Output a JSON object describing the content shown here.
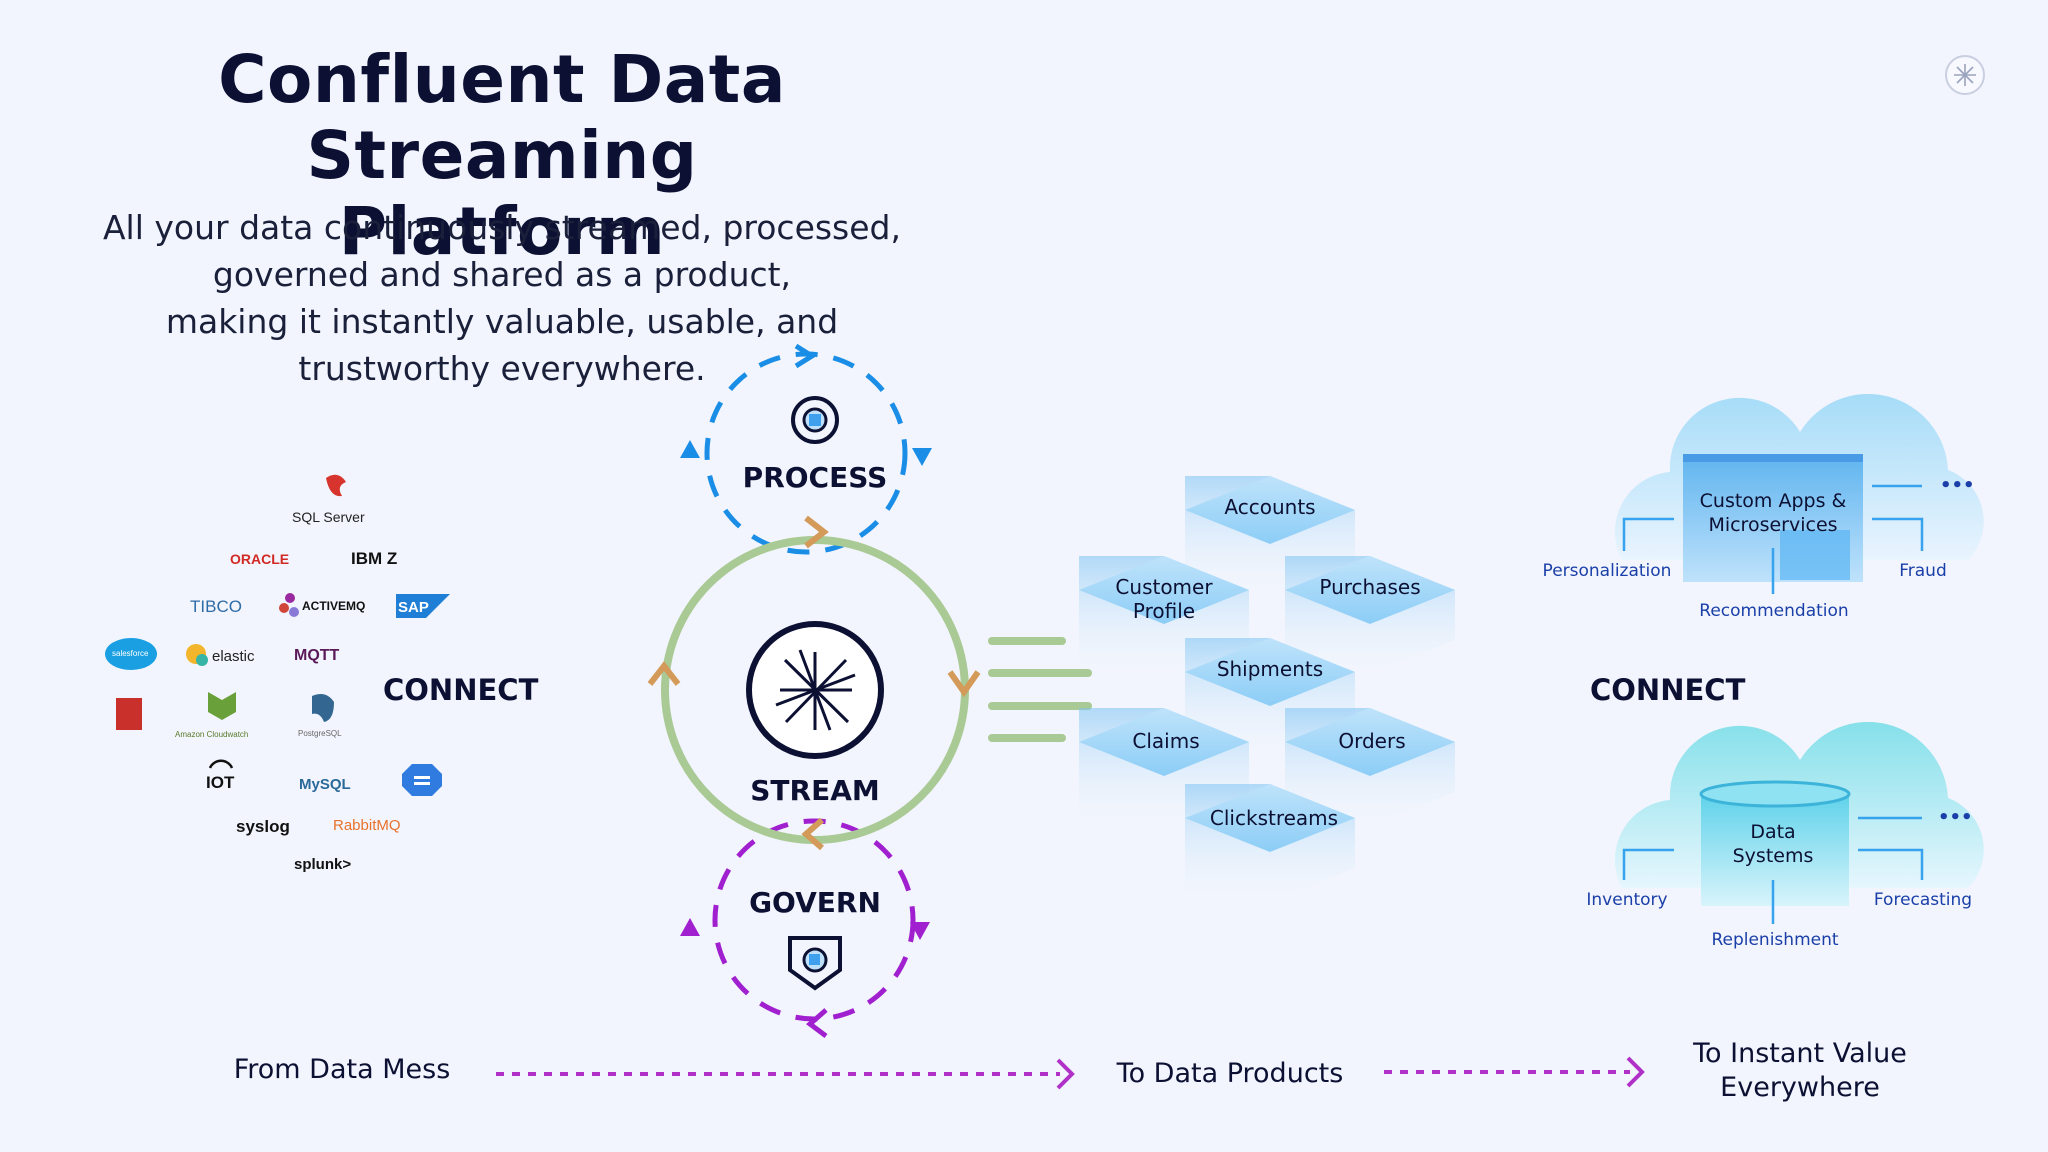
{
  "title_line1": "Confluent Data Streaming",
  "title_line2": "Platform",
  "subtitle_lines": [
    "All your data continuously streamed, processed,",
    "governed and shared as a product,",
    "making it instantly valuable, usable, and",
    "trustworthy everywhere."
  ],
  "process_label": "PROCESS",
  "govern_label": "GOVERN",
  "stream_label": "STREAM",
  "connect_left": "CONNECT",
  "connect_right": "CONNECT",
  "sources": {
    "sql_server": "SQL Server",
    "oracle": "ORACLE",
    "ibm_z": "IBM Z",
    "tibco": "TIBCO",
    "activemq": "ACTIVEMQ",
    "sap": "SAP",
    "salesforce": "salesforce",
    "elastic": "elastic",
    "mqtt": "MQTT",
    "amazon_cloudwatch": "Amazon Cloudwatch",
    "postgresql": "PostgreSQL",
    "iot": "IOT",
    "mysql": "MySQL",
    "syslog": "syslog",
    "rabbitmq": "RabbitMQ",
    "splunk": "splunk>"
  },
  "data_products": [
    "Accounts",
    "Customer Profile",
    "Purchases",
    "Shipments",
    "Claims",
    "Orders",
    "Clickstreams"
  ],
  "apps_cloud": {
    "title": "Custom Apps & Microservices",
    "left": "Personalization",
    "bottom": "Recommendation",
    "right": "Fraud"
  },
  "data_cloud": {
    "title": "Data Systems",
    "left": "Inventory",
    "bottom": "Replenishment",
    "right": "Forecasting"
  },
  "flow": {
    "from": "From Data Mess",
    "middle": "To Data Products",
    "to_line1": "To Instant Value",
    "to_line2": "Everywhere"
  },
  "colors": {
    "process": "#1a8ee6",
    "govern": "#a020d0",
    "stream_ring": "#a9c995",
    "arrow_orange": "#d49a5a",
    "navy": "#0c1033",
    "hex": "#8fcaf5",
    "label_blue": "#1a3fa8",
    "flow_dash": "#b030c8"
  }
}
